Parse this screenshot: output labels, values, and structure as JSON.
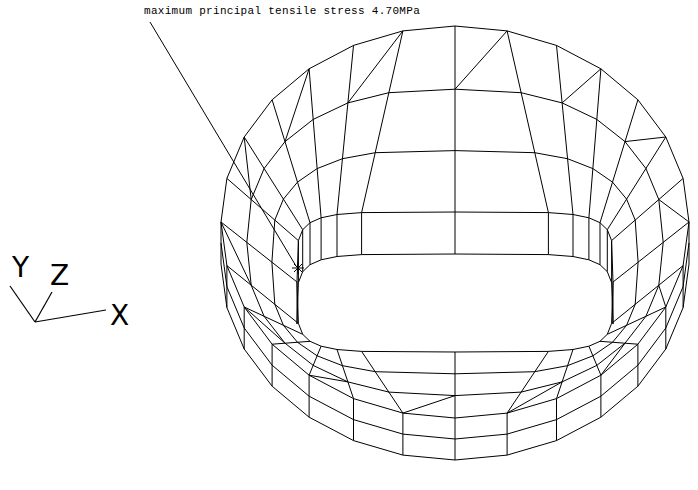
{
  "diagram": {
    "labels": [
      "maximum principal tensile stress 4.70MPa",
      "Y",
      "Z",
      "X"
    ]
  }
}
